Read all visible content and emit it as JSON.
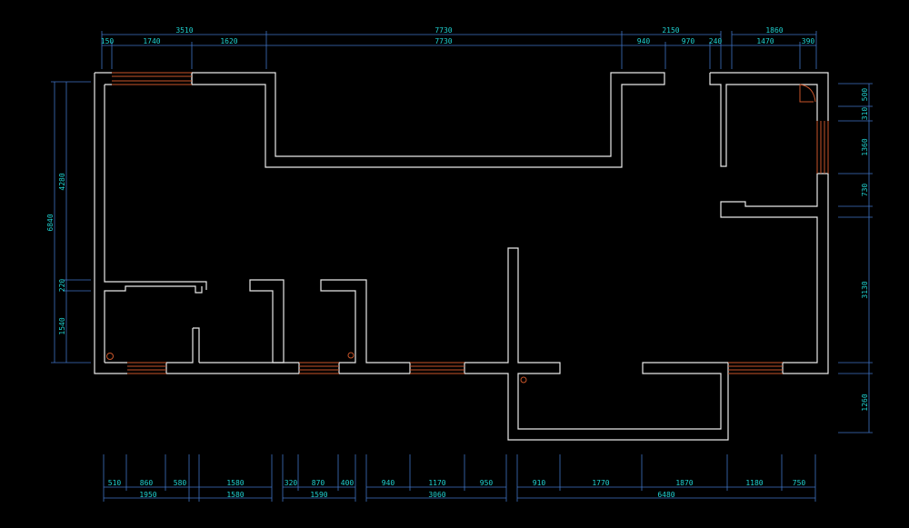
{
  "drawing": {
    "background": "#000000",
    "wall_color": "#e8e8e8",
    "window_color": "#c8552a",
    "dimension_line_color": "#3f73c4",
    "dimension_text_color": "#1fd1d1"
  },
  "dimensions": {
    "top_overall": [
      "3510",
      "7730",
      "2150",
      "1860"
    ],
    "top_detail": [
      "150",
      "1740",
      "1620",
      "7730",
      "940",
      "970",
      "240",
      "1470",
      "390"
    ],
    "left": [
      "6840",
      "4280",
      "220",
      "1540"
    ],
    "right": [
      "500",
      "310",
      "1360",
      "730",
      "3130",
      "1260"
    ],
    "bottom_detail": [
      "510",
      "860",
      "580",
      "1580",
      "320",
      "870",
      "400",
      "940",
      "1170",
      "950",
      "910",
      "1770",
      "1870",
      "1180",
      "750"
    ],
    "bottom_overall": [
      "1950",
      "1580",
      "1590",
      "3060",
      "6480"
    ]
  }
}
